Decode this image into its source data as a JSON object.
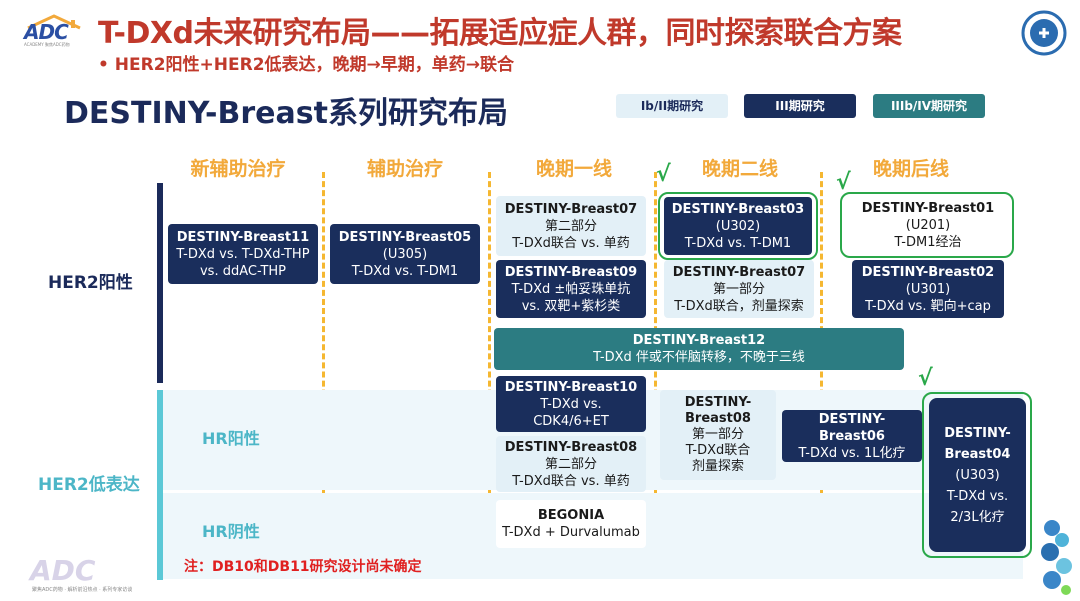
{
  "header": {
    "logo_text": "ADC",
    "logo_subtext": "ACADEMY 聚焦ADC药物",
    "title": "T-DXd未来研究布局——拓展适应症人群，同时探索联合方案",
    "bullet": "•  HER2阳性+HER2低表达，晚期→早期，单药→联合"
  },
  "section_title": "DESTINY-Breast系列研究布局",
  "legend": {
    "phase1": "Ib/II期研究",
    "phase3": "III期研究",
    "phase34": "IIIb/IV期研究"
  },
  "columns": [
    "新辅助治疗",
    "辅助治疗",
    "晚期一线",
    "晚期二线",
    "晚期后线"
  ],
  "checkmark": "√",
  "rows": {
    "her2_pos": "HER2阳性",
    "her2_low": "HER2低表达",
    "hr_pos": "HR阳性",
    "hr_neg": "HR阴性"
  },
  "trials": {
    "db11": {
      "name": "DESTINY-Breast11",
      "l1": "T-DXd vs. T-DXd-THP",
      "l2": "vs. ddAC-THP"
    },
    "db05": {
      "name": "DESTINY-Breast05",
      "l1": "(U305)",
      "l2": "T-DXd vs. T-DM1"
    },
    "db07a": {
      "name": "DESTINY-Breast07",
      "l1": "第二部分",
      "l2": "T-DXd联合 vs. 单药"
    },
    "db09": {
      "name": "DESTINY-Breast09",
      "l1": "T-DXd ±帕妥珠单抗",
      "l2": "vs. 双靶+紫杉类"
    },
    "db03": {
      "name": "DESTINY-Breast03",
      "l1": "(U302)",
      "l2": "T-DXd vs. T-DM1"
    },
    "db07b": {
      "name": "DESTINY-Breast07",
      "l1": "第一部分",
      "l2": "T-DXd联合，剂量探索"
    },
    "db01": {
      "name": "DESTINY-Breast01",
      "l1": "(U201)",
      "l2": "T-DM1经治"
    },
    "db02": {
      "name": "DESTINY-Breast02",
      "l1": "(U301)",
      "l2": "T-DXd vs. 靶向+cap"
    },
    "db12": {
      "name": "DESTINY-Breast12",
      "l1": "T-DXd 伴或不伴脑转移，不晚于三线"
    },
    "db10": {
      "name": "DESTINY-Breast10",
      "l1": "T-DXd vs.",
      "l2": "CDK4/6+ET"
    },
    "db08a": {
      "name": "DESTINY-Breast08",
      "l1": "第二部分",
      "l2": "T-DXd联合 vs. 单药"
    },
    "db08b": {
      "name1": "DESTINY-",
      "name2": "Breast08",
      "l1": "第一部分",
      "l2": "T-DXd联合",
      "l3": "剂量探索"
    },
    "db06": {
      "name": "DESTINY-Breast06",
      "l1": "T-DXd vs. 1L化疗"
    },
    "db04": {
      "name1": "DESTINY-",
      "name2": "Breast04",
      "l1": "(U303)",
      "l2": "T-DXd vs.",
      "l3": "2/3L化疗"
    },
    "begonia": {
      "name": "BEGONIA",
      "l1": "T-DXd + Durvalumab"
    }
  },
  "note": "注：DB10和DB11研究设计尚未确定",
  "footer": "聚焦ADC药物 · 解析前沿热点 · 系列专家访谈",
  "colors": {
    "dark": "#1a2e5c",
    "teal": "#2c7c82",
    "light": "#e3f0f7",
    "orange": "#f2a93b",
    "red": "#c0392b",
    "green": "#2aa84a"
  }
}
